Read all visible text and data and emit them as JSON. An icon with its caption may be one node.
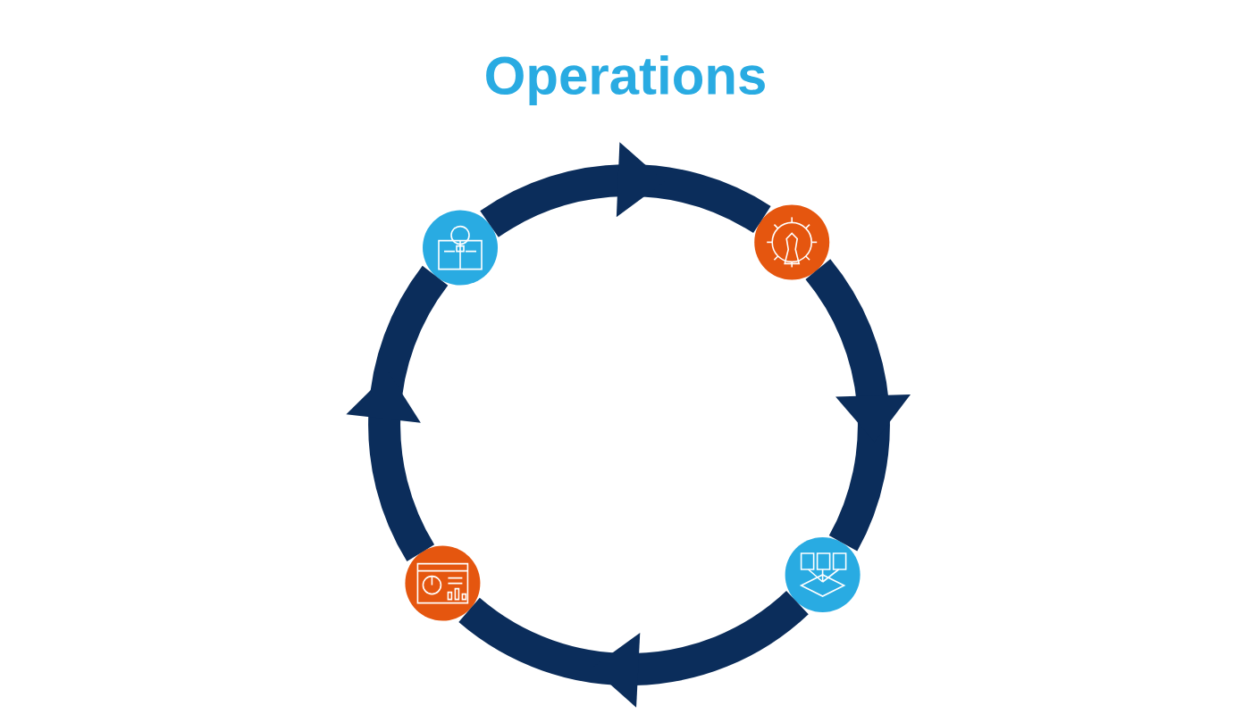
{
  "diagram": {
    "title": "Operations",
    "nodes": [
      {
        "text": [],
        "shape": "circle"
      },
      {
        "text": [],
        "shape": "circle"
      },
      {
        "text": [],
        "shape": "circle"
      },
      {
        "text": [],
        "shape": "circle"
      }
    ],
    "edges": [
      {
        "from": 0,
        "to": 1,
        "arrow": "to"
      },
      {
        "from": 1,
        "to": 2,
        "arrow": "to"
      },
      {
        "from": 2,
        "to": 3,
        "arrow": "to"
      },
      {
        "from": 3,
        "to": 0,
        "arrow": "to"
      }
    ]
  }
}
